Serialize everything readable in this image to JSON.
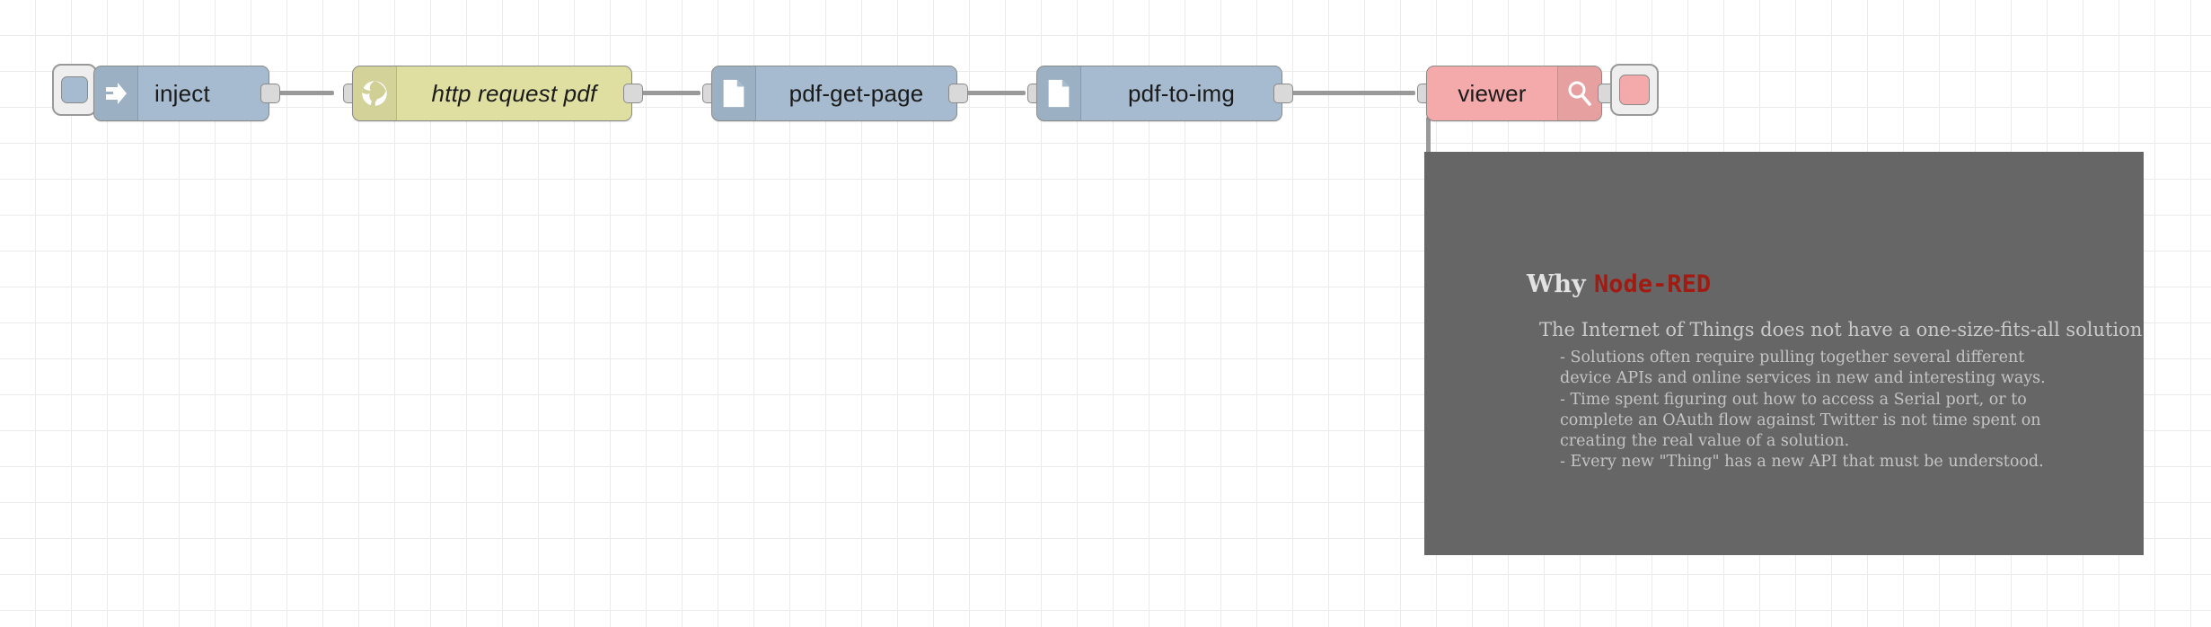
{
  "canvas": {
    "background_color": "#ffffff",
    "grid_color": "#ebebeb",
    "grid_size": 40
  },
  "flow": {
    "nodes": [
      {
        "id": "inject",
        "label": "inject",
        "type": "inject",
        "color": "#a6bbcf",
        "icon": "inject-arrow-icon",
        "icon_side": "left",
        "has_button": true,
        "button_side": "left",
        "italic": false,
        "inputs": 0,
        "outputs": 1
      },
      {
        "id": "http-request-pdf",
        "label": "http request pdf",
        "type": "http request",
        "color": "#dfdfa2",
        "icon": "globe-icon",
        "icon_side": "left",
        "has_button": false,
        "italic": true,
        "inputs": 1,
        "outputs": 1
      },
      {
        "id": "pdf-get-page",
        "label": "pdf-get-page",
        "type": "function",
        "color": "#a6bbcf",
        "icon": "document-icon",
        "icon_side": "left",
        "has_button": false,
        "italic": false,
        "inputs": 1,
        "outputs": 1
      },
      {
        "id": "pdf-to-img",
        "label": "pdf-to-img",
        "type": "function",
        "color": "#a6bbcf",
        "icon": "document-icon",
        "icon_side": "left",
        "has_button": false,
        "italic": false,
        "inputs": 1,
        "outputs": 1
      },
      {
        "id": "viewer",
        "label": "viewer",
        "type": "image viewer",
        "color": "#f4aaaa",
        "icon": "magnifier-icon",
        "icon_side": "right",
        "has_button": true,
        "button_side": "right",
        "italic": false,
        "inputs": 1,
        "outputs": 0
      }
    ],
    "wire_color": "#999999",
    "port_color": "#d9d9d9"
  },
  "preview": {
    "background_color": "#666666",
    "heading_prefix": "Why ",
    "heading_brand": "Node-RED",
    "heading_brand_color": "#a11b12",
    "lead": "The Internet of Things does not have a one-size-fits-all solution",
    "bullets": [
      "- Solutions often require pulling together several different device APIs and online services in new and interesting ways.",
      "- Time spent figuring out how to access a Serial port, or to complete an OAuth flow against Twitter is not time spent on creating the real value of a solution.",
      "- Every new \"Thing\" has a new API that must be understood."
    ]
  }
}
